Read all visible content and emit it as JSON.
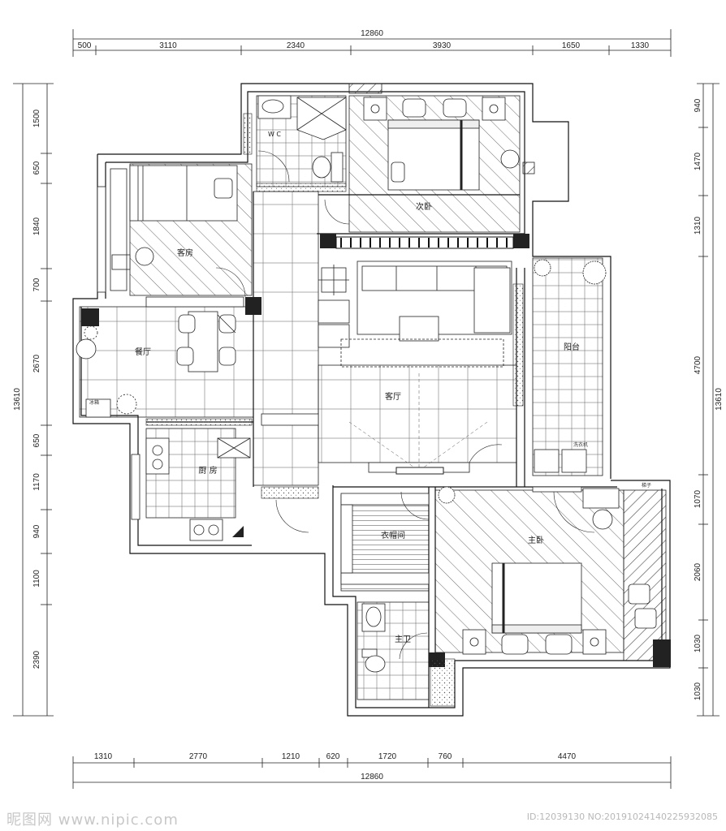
{
  "dimensions": {
    "top_total": "12860",
    "top_segments": [
      "500",
      "3110",
      "2340",
      "3930",
      "1650",
      "1330"
    ],
    "bottom_total": "12860",
    "bottom_segments": [
      "1310",
      "2770",
      "1210",
      "620",
      "1720",
      "760",
      "4470"
    ],
    "left_total": "13610",
    "left_segments": [
      "1500",
      "650",
      "1840",
      "700",
      "2670",
      "650",
      "1170",
      "940",
      "1100",
      "2390"
    ],
    "right_total": "13610",
    "right_segments": [
      "940",
      "1470",
      "1310",
      "4700",
      "1070",
      "2060",
      "1030",
      "1030"
    ]
  },
  "rooms": {
    "guest_room": "客房",
    "second_bedroom": "次卧",
    "wc": "W C",
    "dining": "餐厅",
    "living": "客厅",
    "balcony": "阳台",
    "kitchen": "厨 房",
    "walk_in_closet": "衣帽间",
    "master_bedroom": "主卧",
    "master_bath": "主卫"
  },
  "small_labels": {
    "washer": "洗衣机",
    "fridge": "冰箱",
    "ladder": "梯子"
  },
  "watermark": {
    "site": "昵图网 www.nipic.com",
    "id": "ID:12039130 NO:20191024140225932085"
  }
}
